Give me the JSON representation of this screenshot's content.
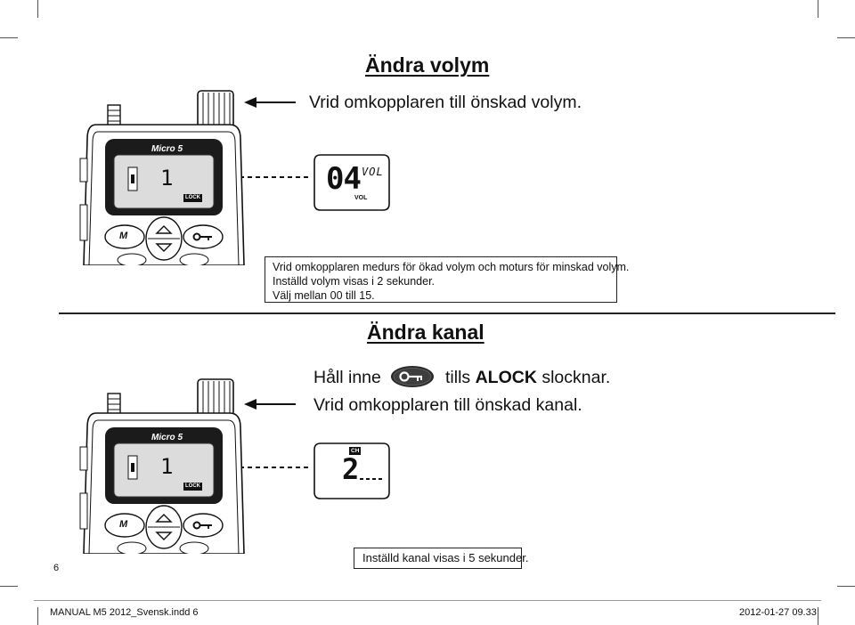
{
  "section_volume": {
    "title": "Ändra volym",
    "instruction": "Vrid omkopplaren till önskad volym.",
    "note_lines": [
      "Vrid omkopplaren medurs för ökad volym och moturs för minskad volym.",
      "Inställd volym visas i 2 sekunder.",
      "Välj mellan 00 till 15."
    ],
    "lcd": {
      "digits": "04",
      "label_top": "VOL",
      "label_bottom": "VOL"
    }
  },
  "section_channel": {
    "title": "Ändra kanal",
    "hold_prefix": "Håll inne",
    "hold_suffix_pre": "tills",
    "hold_suffix_bold": "ALOCK",
    "hold_suffix_post": "slocknar.",
    "instruction": "Vrid omkopplaren till önskad kanal.",
    "note": "Inställd kanal visas i 5 sekunder.",
    "lcd": {
      "badge": "CH",
      "digit": "2"
    }
  },
  "device": {
    "brand": "Micro 5",
    "channel_digit": "1",
    "lock_label": "LOCK",
    "mode_button": "M"
  },
  "page_number": "6",
  "footer": {
    "file": "MANUAL M5 2012_Svensk.indd   6",
    "timestamp": "2012-01-27   09.33"
  }
}
